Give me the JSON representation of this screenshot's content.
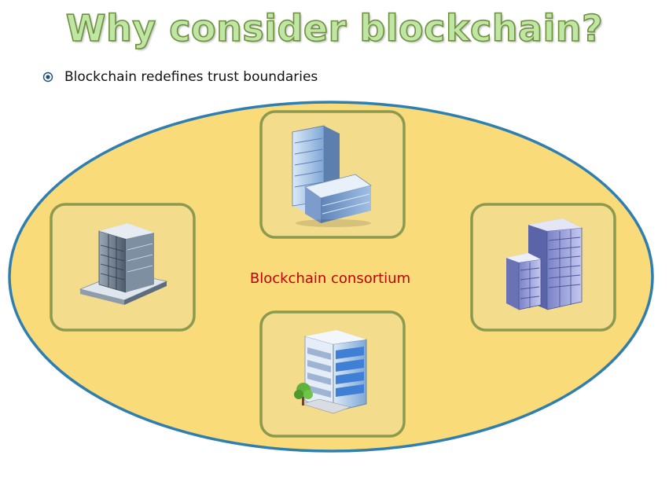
{
  "slide": {
    "title": "Why consider blockchain?",
    "bullet": {
      "icon": "circle-bullet-icon",
      "text": "Blockchain redefines trust boundaries"
    }
  },
  "diagram": {
    "center_label": "Blockchain consortium",
    "colors": {
      "ellipse_fill": "#fadb7a",
      "ellipse_stroke": "#2e7fb0",
      "card_fill": "#f3dc8c",
      "card_stroke": "#8c9a50",
      "label_color": "#c00000"
    },
    "members": [
      {
        "name": "top",
        "icon": "office-tower-with-annex-icon"
      },
      {
        "name": "left",
        "icon": "corporate-headquarters-icon"
      },
      {
        "name": "right",
        "icon": "high-rise-buildings-icon"
      },
      {
        "name": "bottom",
        "icon": "office-building-with-tree-icon"
      }
    ]
  }
}
